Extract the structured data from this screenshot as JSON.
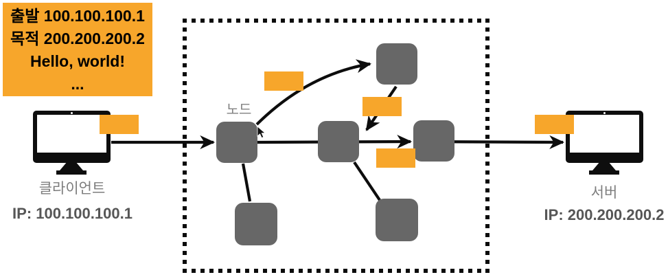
{
  "info_box": {
    "lines": [
      "출발 100.100.100.1",
      "목적 200.200.200.2",
      "Hello, world!",
      "..."
    ]
  },
  "client": {
    "label": "클라이언트",
    "ip_label": "IP: 100.100.100.1"
  },
  "server": {
    "label": "서버",
    "ip_label": "IP: 200.200.200.2"
  },
  "network_box": {
    "node_label": "노드",
    "node_count": 6,
    "packet_count": 5
  },
  "icons": {
    "client": "desktop-monitor-icon",
    "server": "desktop-monitor-icon",
    "packet": "orange-packet-rectangle",
    "pointer": "mouse-cursor-icon"
  },
  "colors": {
    "packet_orange": "#F7A62B",
    "node_gray": "#676767",
    "wire_black": "#0d0d0d",
    "host_label_gray": "#7d7d7d",
    "ip_label_gray": "#565656",
    "info_text": "#000000"
  }
}
